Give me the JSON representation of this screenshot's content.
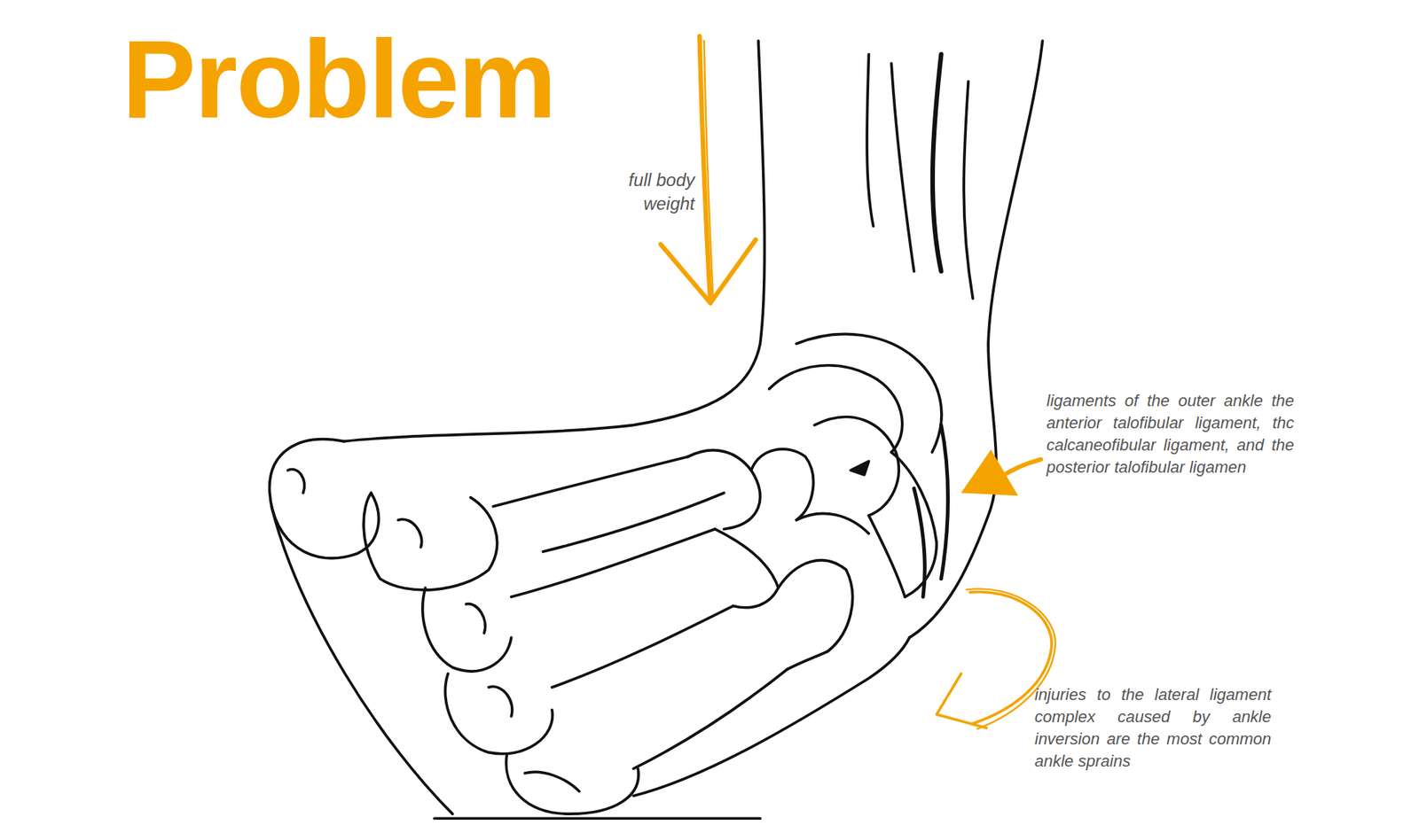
{
  "diagram": {
    "title": "Problem",
    "labels": [
      "full body weight",
      "ligaments of the outer ankle the anterior talofibular ligament, thc calcaneofibular ligament, and the posterior talofibular ligamen",
      "injuries to the lateral ligament complex caused by ankle inversion are the most common ankle sprains"
    ]
  }
}
